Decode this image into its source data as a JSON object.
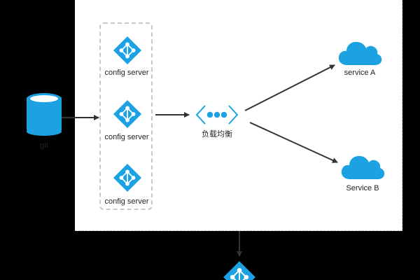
{
  "colors": {
    "background": "#000000",
    "panel": "#ffffff",
    "accent": "#1ca1e2",
    "arrow": "#333333",
    "dashed_border": "#c8c8c8"
  },
  "nodes": {
    "git": {
      "label": "git",
      "icon": "database-icon"
    },
    "config_servers": [
      {
        "label": "config server",
        "icon": "config-hub-icon"
      },
      {
        "label": "config server",
        "icon": "config-hub-icon"
      },
      {
        "label": "config server",
        "icon": "config-hub-icon"
      }
    ],
    "load_balancer": {
      "label": "负载均衡",
      "icon": "load-balancer-icon"
    },
    "services": [
      {
        "label": "service A",
        "icon": "cloud-icon"
      },
      {
        "label": "Service B",
        "icon": "cloud-icon"
      }
    ],
    "bottom_node": {
      "icon": "config-hub-icon"
    }
  }
}
